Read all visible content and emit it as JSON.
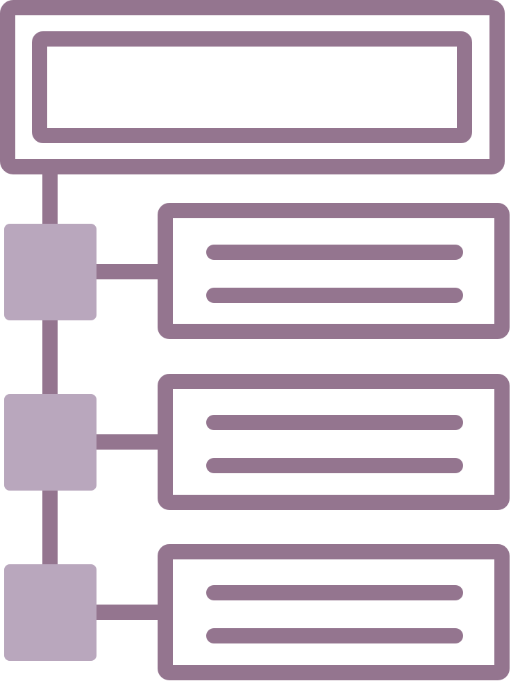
{
  "icon": {
    "name": "sitemap-outline-icon",
    "colors": {
      "stroke": "#94758f",
      "node_fill": "#b9a7bd",
      "background": "#ffffff"
    }
  },
  "header": {
    "items": []
  },
  "nodes": [
    {
      "id": "node-1",
      "lines": 2
    },
    {
      "id": "node-2",
      "lines": 2
    },
    {
      "id": "node-3",
      "lines": 2
    }
  ]
}
